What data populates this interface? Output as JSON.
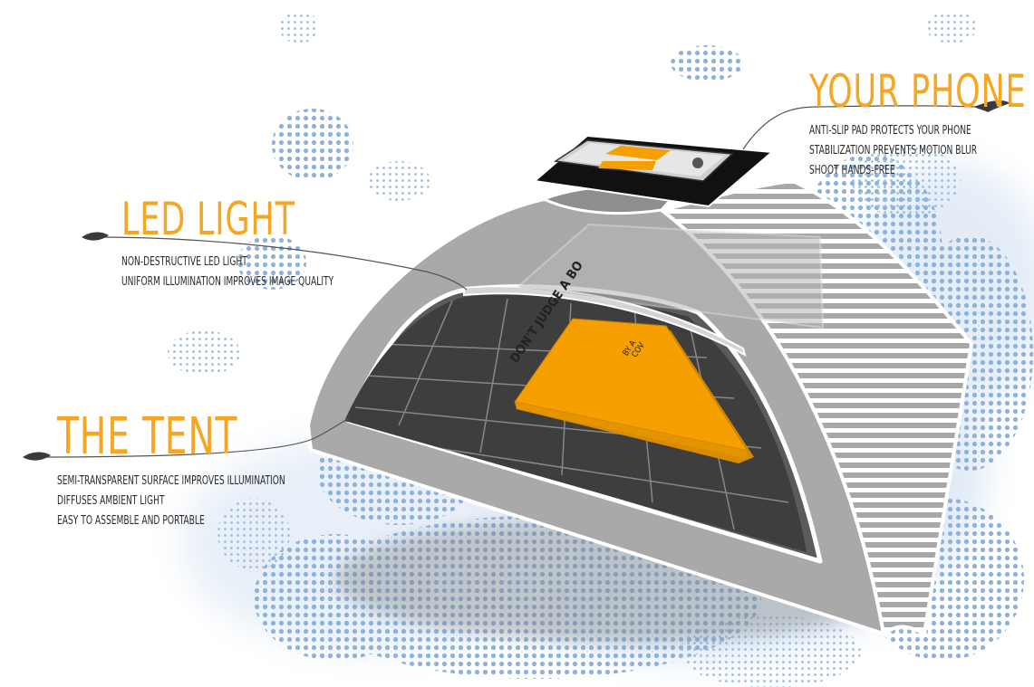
{
  "callouts": {
    "phone": {
      "heading": "YOUR PHONE",
      "lines": [
        "ANTI-SLIP PAD PROTECTS YOUR PHONE",
        "STABILIZATION PREVENTS MOTION BLUR",
        "SHOOT HANDS-FREE"
      ]
    },
    "led": {
      "heading": "LED LIGHT",
      "lines": [
        "NON-DESTRUCTIVE LED LIGHT",
        "UNIFORM ILLUMINATION IMPROVES IMAGE QUALITY"
      ]
    },
    "tent": {
      "heading": "THE TENT",
      "lines": [
        "SEMI-TRANSPARENT SURFACE IMPROVES ILLUMINATION",
        "DIFFUSES AMBIENT LIGHT",
        "EASY TO ASSEMBLE AND PORTABLE"
      ]
    }
  },
  "book": {
    "title": "DON'T JUDGE A BO",
    "sub_line_1": "BY A",
    "sub_line_2": "COV"
  },
  "colors": {
    "accent": "#f5a623",
    "halftone": "#8fb2da",
    "tent_gray": "#a7a7a7",
    "floor": "#3f3f3f",
    "book": "#f5a000"
  }
}
